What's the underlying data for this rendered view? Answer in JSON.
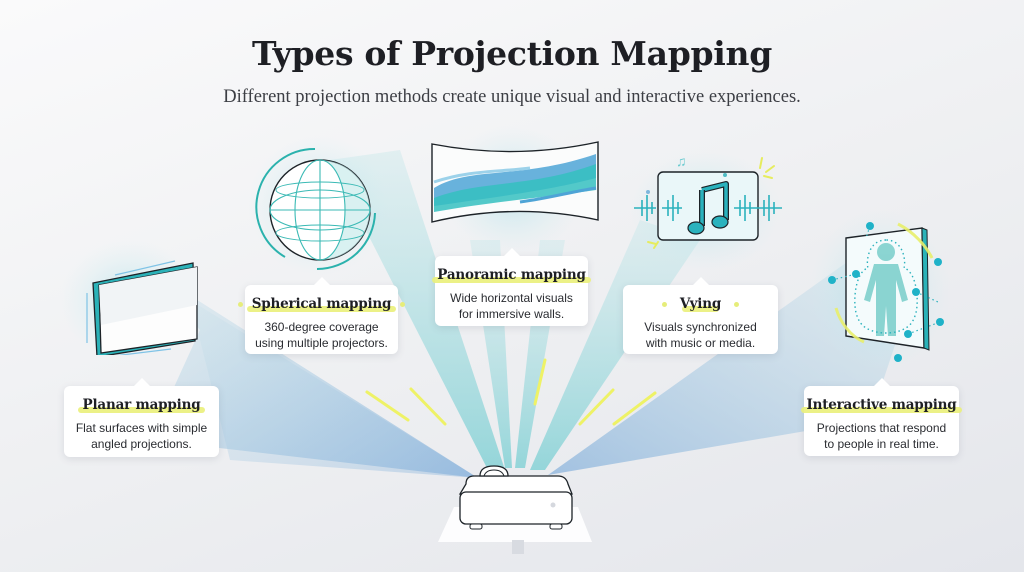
{
  "header": {
    "title": "Types of Projection Mapping",
    "subtitle": "Different projection methods create unique visual and interactive experiences."
  },
  "colors": {
    "teal": "#2bb8c0",
    "blue_beam": "#8db7dc",
    "teal_beam": "#8fd5d8",
    "highlight_yellow": "#eaf07a",
    "text_dark": "#1e1f24"
  },
  "types": [
    {
      "id": "planar",
      "title": "Planar mapping",
      "desc_line1": "Flat surfaces with simple",
      "desc_line2": "angled projections.",
      "icon": "flat-screen-icon"
    },
    {
      "id": "spherical",
      "title": "Spherical mapping",
      "desc_line1": "360-degree coverage",
      "desc_line2": "using multiple projectors.",
      "icon": "globe-icon"
    },
    {
      "id": "panoramic",
      "title": "Panoramic mapping",
      "desc_line1": "Wide horizontal visuals",
      "desc_line2": "for immersive walls.",
      "icon": "curved-panorama-icon"
    },
    {
      "id": "vjing",
      "title": "Vying",
      "desc_line1": "Visuals synchronized",
      "desc_line2": "with music or media.",
      "icon": "music-note-icon"
    },
    {
      "id": "interactive",
      "title": "Interactive mapping",
      "desc_line1": "Projections that respond",
      "desc_line2": "to people in real time.",
      "icon": "human-figure-icon"
    }
  ],
  "projector": {
    "icon": "projector-icon"
  }
}
